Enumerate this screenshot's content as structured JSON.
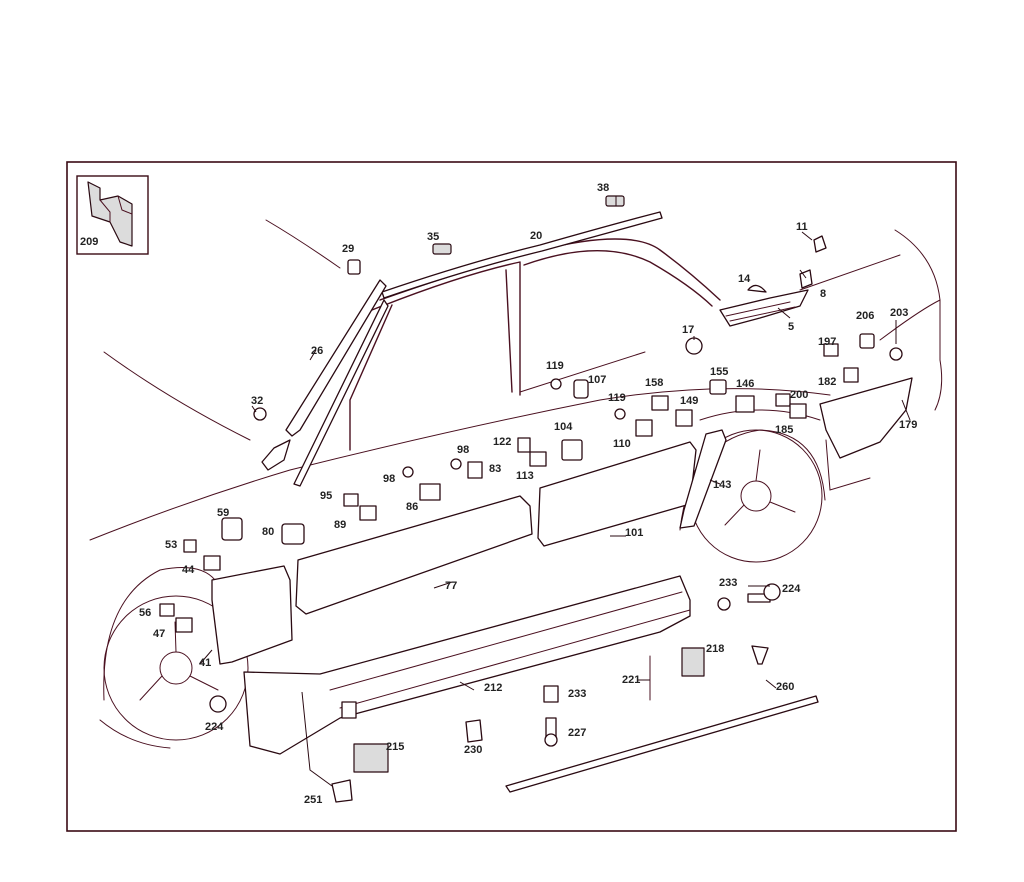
{
  "diagram": {
    "inset_label": "209",
    "labels": {
      "l209": "209",
      "l38": "38",
      "l11": "11",
      "l29": "29",
      "l35": "35",
      "l20": "20",
      "l14": "14",
      "l8": "8",
      "l5": "5",
      "l26": "26",
      "l17": "17",
      "l206": "206",
      "l203": "203",
      "l197": "197",
      "l182": "182",
      "l32": "32",
      "l119a": "119",
      "l107": "107",
      "l155": "155",
      "l146": "146",
      "l200": "200",
      "l158": "158",
      "l119b": "119",
      "l149": "149",
      "l185": "185",
      "l179": "179",
      "l104": "104",
      "l110": "110",
      "l122": "122",
      "l98a": "98",
      "l83": "83",
      "l113": "113",
      "l98b": "98",
      "l143": "143",
      "l95": "95",
      "l86": "86",
      "l89": "89",
      "l59": "59",
      "l80": "80",
      "l101": "101",
      "l53": "53",
      "l44": "44",
      "l77": "77",
      "l233a": "233",
      "l224a": "224",
      "l56": "56",
      "l47": "47",
      "l41": "41",
      "l218": "218",
      "l221": "221",
      "l260": "260",
      "l212": "212",
      "l233b": "233",
      "l224b": "224",
      "l227": "227",
      "l215": "215",
      "l230": "230",
      "l251": "251"
    }
  }
}
